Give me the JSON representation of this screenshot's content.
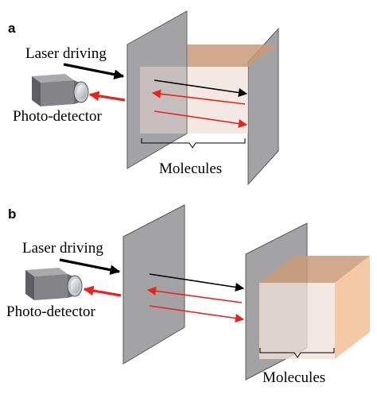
{
  "panels": [
    {
      "label": "a",
      "laser_label": "Laser driving",
      "detector_label": "Photo-detector",
      "molecules_label": "Molecules"
    },
    {
      "label": "b",
      "laser_label": "Laser driving",
      "detector_label": "Photo-detector",
      "molecules_label": "Molecules"
    }
  ],
  "colors": {
    "mirror_face": "#a3a3a6",
    "mirror_edge": "#5a5a5e",
    "molecule_top": "#c99a78",
    "molecule_front": "#efe1d8",
    "molecule_side": "#f6c9a6",
    "laser_arrow": "#000000",
    "return_arrow": "#e8231c",
    "detector_body": "#7e7e82"
  },
  "icons": {
    "detector": "camera-detector-icon"
  }
}
